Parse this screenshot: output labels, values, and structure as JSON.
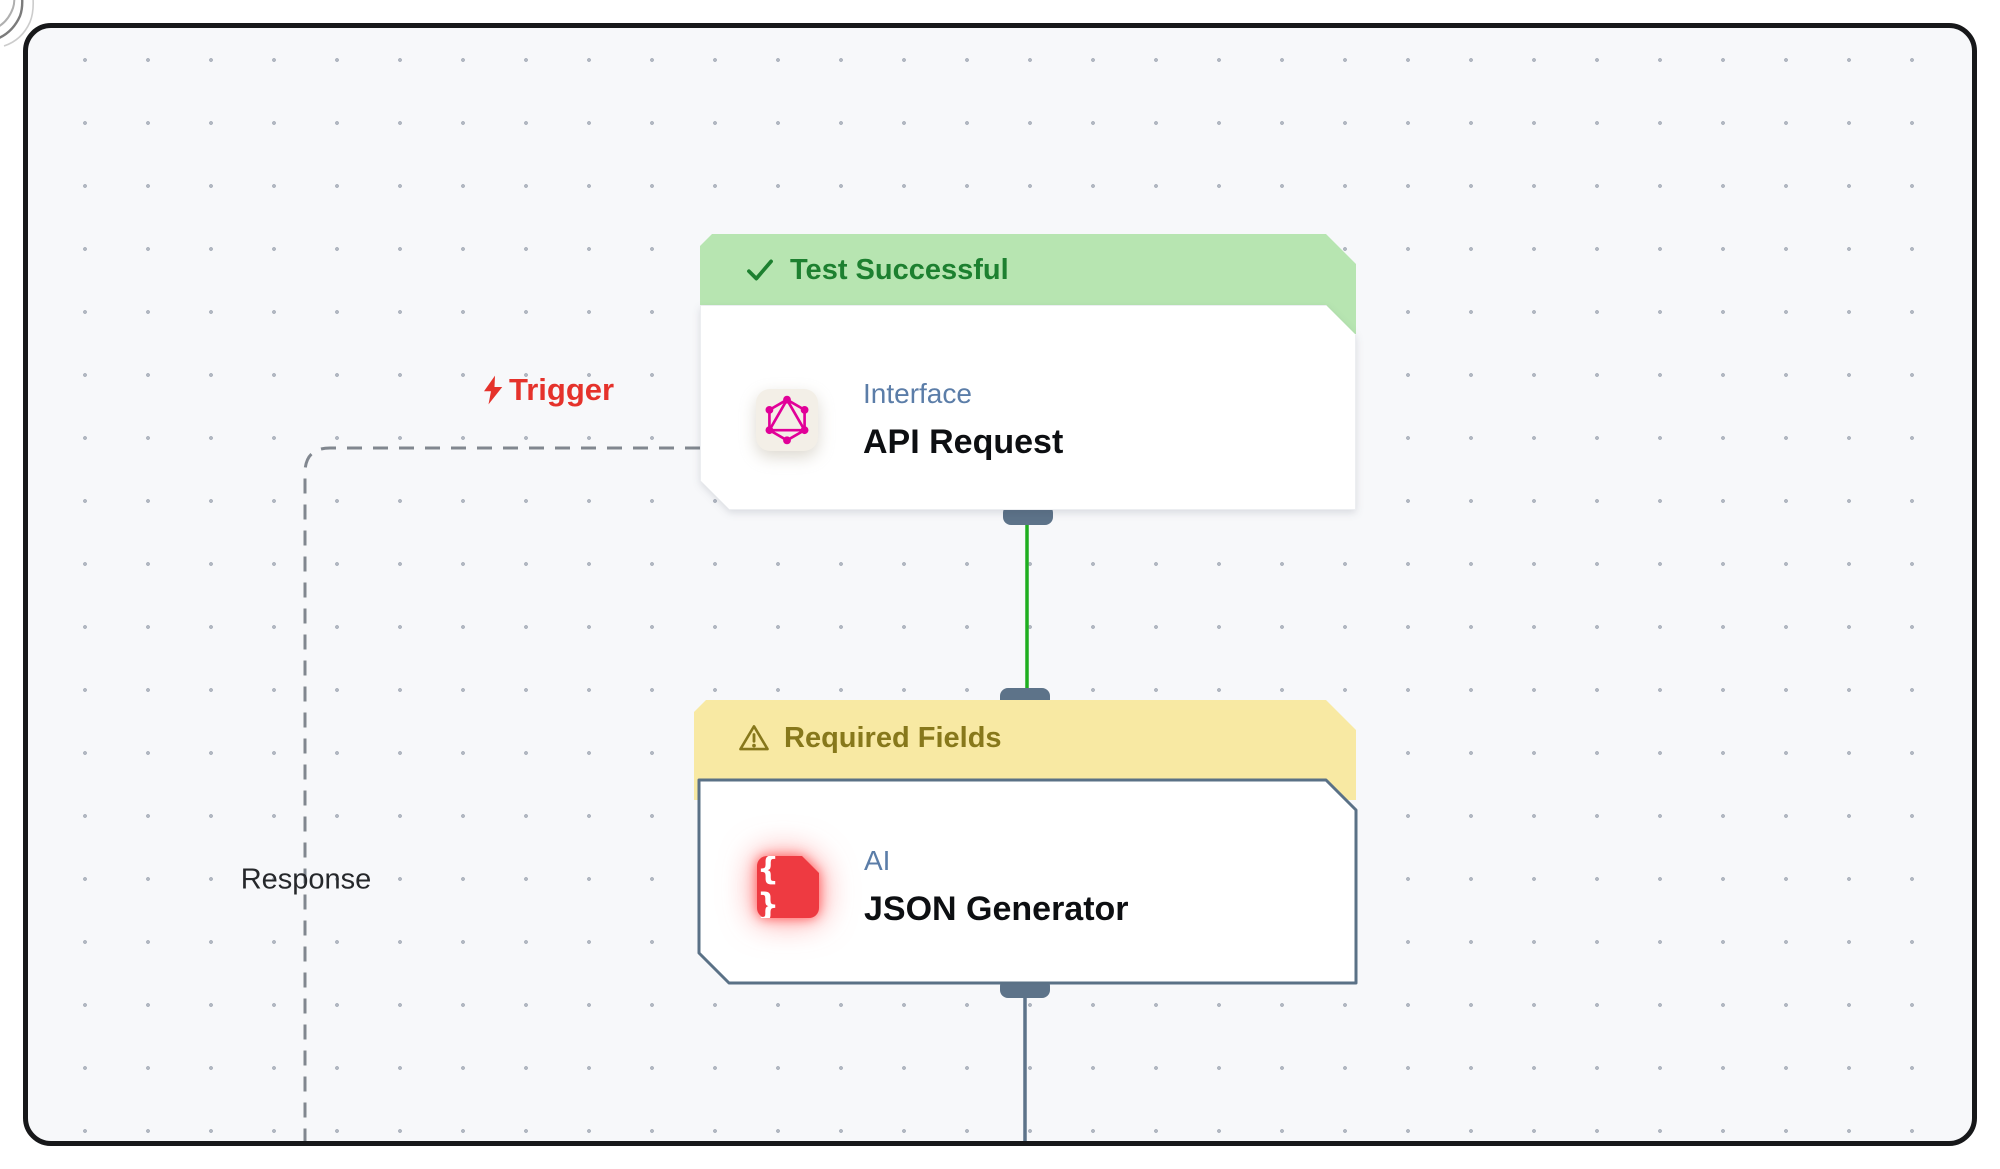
{
  "canvas": {
    "bg": "#f7f8fa",
    "dot_color": "#b2b8c2",
    "border_color": "#17181a"
  },
  "labels": {
    "trigger": "Trigger",
    "response": "Response"
  },
  "edges": {
    "trigger_dash_color": "#81878f",
    "success_color": "#1fae1f",
    "pending_color": "#5d7389",
    "handle_color": "#5d7389"
  },
  "nodes": [
    {
      "id": "api-request",
      "banner": {
        "label": "Test Successful",
        "icon": "check-icon",
        "bg": "#b7e5b1",
        "text_color": "#1d8030"
      },
      "category": "Interface",
      "title": "API Request",
      "icon": {
        "name": "graphql-icon",
        "color": "#e10098",
        "bg": "#f3efe7"
      }
    },
    {
      "id": "json-generator",
      "banner": {
        "label": "Required Fields",
        "icon": "warning-icon",
        "bg": "#f8e9a3",
        "text_color": "#87781b"
      },
      "category": "AI",
      "title": "JSON Generator",
      "icon": {
        "name": "braces-icon",
        "glyph": "{ }",
        "color": "#ffffff",
        "bg": "#ee3a41"
      }
    }
  ]
}
